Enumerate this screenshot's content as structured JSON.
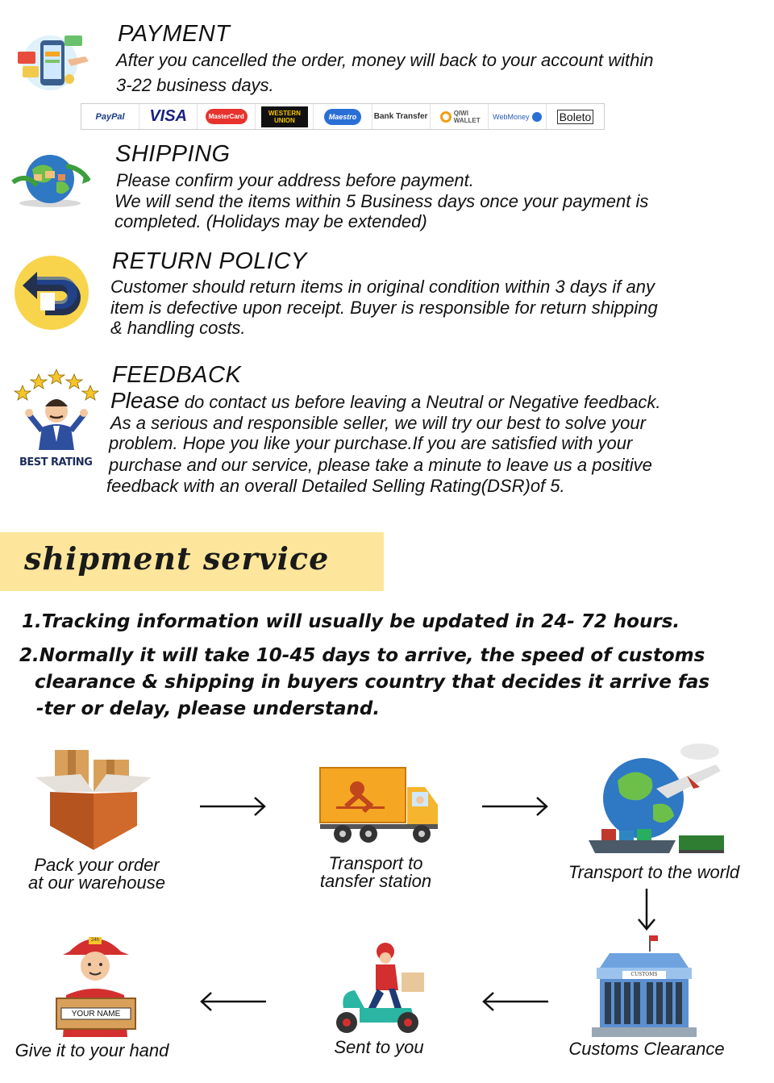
{
  "payment": {
    "title": "PAYMENT",
    "text_lines": [
      "After you cancelled the order, money will back to your account within",
      "3-22 business days."
    ],
    "methods": [
      "PayPal",
      "VISA",
      "MasterCard",
      "WESTERN UNION",
      "Maestro",
      "Bank Transfer",
      "QIWI WALLET",
      "WebMoney",
      "Boleto"
    ]
  },
  "shipping": {
    "title": "SHIPPING",
    "text_lines": [
      "Please confirm your address before payment.",
      "We will send the items within 5 Business days once your payment is",
      "completed. (Holidays may be extended)"
    ]
  },
  "return_policy": {
    "title": "RETURN POLICY",
    "text_lines": [
      "Customer should return items in original condition within 3 days if any",
      "item is defective upon receipt. Buyer is responsible for return shipping",
      "& handling costs."
    ]
  },
  "feedback": {
    "title": "FEEDBACK",
    "first_word": "Please",
    "first_rest": " do contact us before leaving a Neutral or Negative feedback.",
    "text_lines": [
      "As a serious and responsible seller, we will try our best to solve your",
      "problem. Hope you like your purchase.If you are satisfied with your",
      "purchase and our service, please take a minute to leave us a positive",
      "feedback with an overall Detailed Selling Rating(DSR)of 5."
    ],
    "badge_label": "BEST RATING"
  },
  "shipment_service": {
    "title": "shipment service",
    "lines": [
      "1.Tracking information will usually be updated in 24- 72 hours.",
      "2.Normally it will take 10-45 days to arrive, the speed of customs",
      "clearance & shipping in buyers country that decides it arrive fas",
      "-ter or delay, please understand."
    ]
  },
  "steps": {
    "pack": [
      "Pack your order",
      "at our warehouse"
    ],
    "transport_station": [
      "Transport to",
      "tansfer station"
    ],
    "transport_world": "Transport to the world",
    "customs": "Customs Clearance",
    "sent": "Sent to you",
    "give": "Give it to your hand",
    "box_label": "YOUR NAME",
    "customs_sign": "CUSTOMS",
    "cap_label": "24h"
  },
  "colors": {
    "band": "#fde69b",
    "truck": "#f5a623",
    "box": "#c8683a",
    "globe": "#2f78c4"
  }
}
